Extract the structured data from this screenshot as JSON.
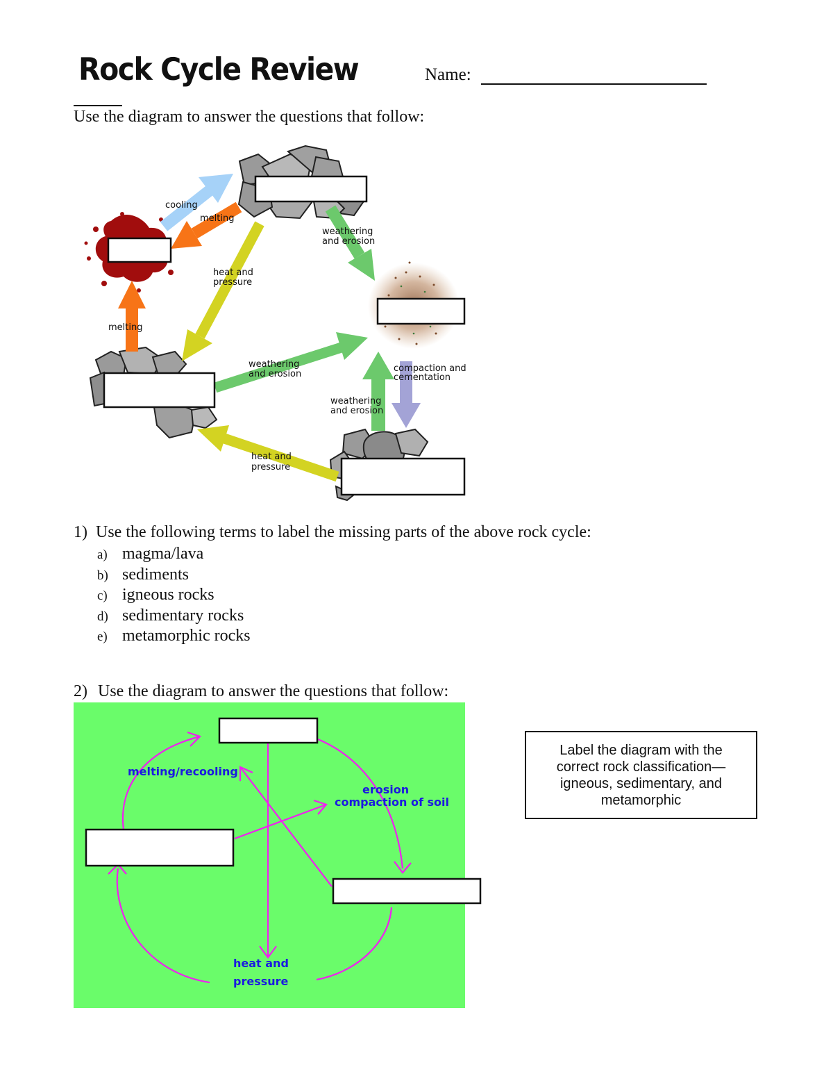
{
  "header": {
    "title": "Rock Cycle Review",
    "name_label": "Name:"
  },
  "intro": "Use the diagram to answer the questions that follow:",
  "diagram1": {
    "arrow_labels": {
      "cooling": "cooling",
      "melting_top": "melting",
      "weathering_top_1": "weathering",
      "weathering_top_2": "and erosion",
      "heat_left_1": "heat and",
      "heat_left_2": "pressure",
      "melting_left": "melting",
      "weathering_mid_1": "weathering",
      "weathering_mid_2": "and erosion",
      "compaction_1": "compaction and",
      "compaction_2": "cementation",
      "weathering_low_1": "weathering",
      "weathering_low_2": "and erosion",
      "heat_bottom_1": "heat and",
      "heat_bottom_2": "pressure"
    },
    "colors": {
      "cooling": "#a6d2f8",
      "melting": "#f77417",
      "heat_pressure": "#d3d322",
      "weathering": "#6cc96c",
      "compaction": "#a3a3d6",
      "magma": "#a10d0d"
    }
  },
  "question1": {
    "number": "1)",
    "text": "Use the following terms to label the missing parts of the above rock cycle:",
    "options": [
      {
        "letter": "a)",
        "text": "magma/lava"
      },
      {
        "letter": "b)",
        "text": "sediments"
      },
      {
        "letter": "c)",
        "text": "igneous rocks"
      },
      {
        "letter": "d)",
        "text": "sedimentary rocks"
      },
      {
        "letter": "e)",
        "text": "metamorphic rocks"
      }
    ]
  },
  "question2": {
    "number": "2)",
    "text": "Use the diagram to answer the questions that follow:"
  },
  "diagram2": {
    "labels": {
      "melting": "melting/recooling",
      "erosion": "erosion",
      "compaction": "compaction of soil",
      "heat_1": "heat and",
      "heat_2": "pressure"
    },
    "colors": {
      "background": "#6afc6a",
      "arrows": "#f020f0",
      "text": "#1a1ae0"
    }
  },
  "note": {
    "line1": "Label the diagram with the",
    "line2": "correct rock classification—",
    "line3": "igneous, sedimentary, and",
    "line4": "metamorphic"
  }
}
